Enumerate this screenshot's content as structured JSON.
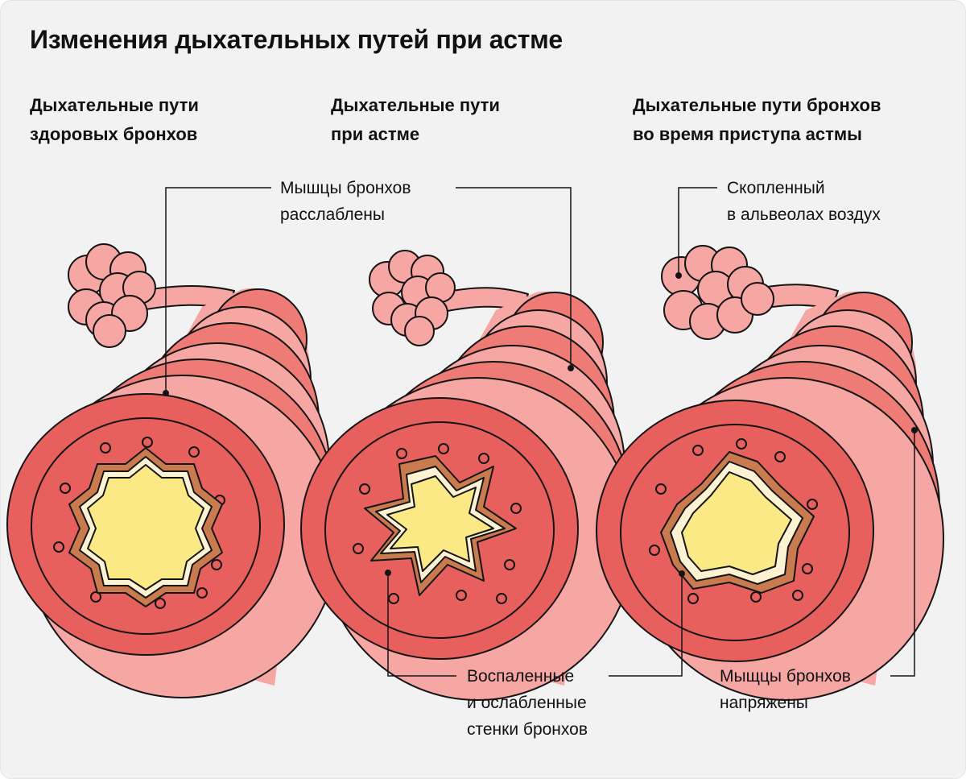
{
  "title": "Изменения дыхательных путей при астме",
  "columns": [
    {
      "line1": "Дыхательные пути",
      "line2": "здоровых бронхов"
    },
    {
      "line1": "Дыхательные пути",
      "line2": "при астме"
    },
    {
      "line1": "Дыхательные пути бронхов",
      "line2": "во время приступа астмы"
    }
  ],
  "callouts": {
    "muscles_relaxed": {
      "line1": "Мышцы бронхов",
      "line2": "расслаблены"
    },
    "trapped_air": {
      "line1": "Скопленный",
      "line2": "в альвеолах воздух"
    },
    "inflamed_walls": {
      "line1": "Воспаленные",
      "line2": "и ослабленные",
      "line3": "стенки бронхов"
    },
    "muscles_tense": {
      "line1": "Мыщцы бронхов",
      "line2": "напряжены"
    }
  },
  "colors": {
    "background": "#f2f2f2",
    "tube_outer": "#e8605e",
    "tube_body": "#f6a7a3",
    "ring_shadow": "#ee7b75",
    "lumen": "#fbe985",
    "wall": "#c97b4f",
    "alveoli": "#f6a7a3",
    "outline": "#141414"
  }
}
